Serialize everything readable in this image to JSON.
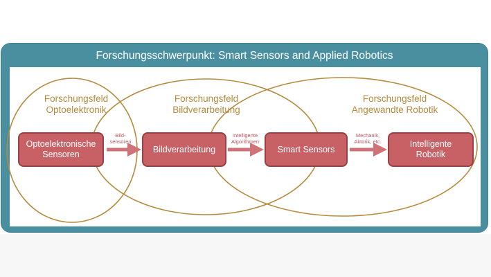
{
  "title": "Forschungsschwerpunkt: Smart Sensors and Applied Robotics",
  "fields": [
    {
      "line1": "Forschungsfeld",
      "line2": "Optoelektronik"
    },
    {
      "line1": "Forschungsfeld",
      "line2": "Bildverarbeitung"
    },
    {
      "line1": "Forschungsfeld",
      "line2": "Angewandte Robotik"
    }
  ],
  "boxes": [
    {
      "line1": "Optoelektronische",
      "line2": "Sensoren"
    },
    {
      "line1": "Bildverarbeitung",
      "line2": ""
    },
    {
      "line1": "Smart Sensors",
      "line2": ""
    },
    {
      "line1": "Intelligente",
      "line2": "Robotik"
    }
  ],
  "arrows": [
    {
      "line1": "Bild-",
      "line2": "sensoren"
    },
    {
      "line1": "Intelligente",
      "line2": "Algorithmen"
    },
    {
      "line1": "Mechanik,",
      "line2": "Aktorik, etc."
    }
  ],
  "colors": {
    "frame": "#4a8fa0",
    "ellipse": "#b58a3c",
    "box_fill": "#c86166",
    "box_border": "#9e3e44",
    "arrow": "#d07378"
  }
}
